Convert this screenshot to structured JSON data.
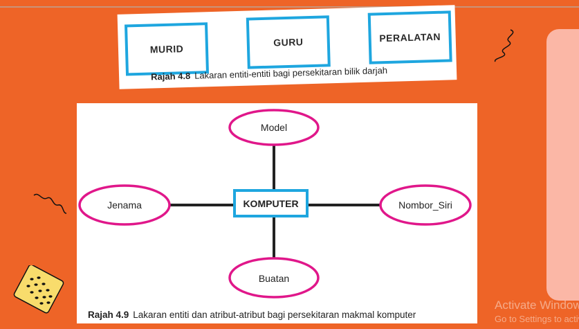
{
  "figure_4_8": {
    "entities": [
      "MURID",
      "GURU",
      "PERALATAN"
    ],
    "caption_number": "Rajah 4.8",
    "caption_text": "Lakaran entiti-entiti bagi persekitaran bilik darjah"
  },
  "figure_4_9": {
    "center_entity": "KOMPUTER",
    "attributes": {
      "top": "Model",
      "left": "Jenama",
      "right": "Nombor_Siri",
      "bottom": "Buatan"
    },
    "caption_number": "Rajah 4.9",
    "caption_text": "Lakaran entiti dan atribut-atribut bagi persekitaran makmal komputer"
  },
  "watermark": {
    "line1": "Activate Windows",
    "line2": "Go to Settings to activate Windows."
  },
  "colors": {
    "background": "#ee6427",
    "entity_border": "#1ea6df",
    "attribute_border": "#e0178a",
    "side_card": "#fbb7a6"
  }
}
